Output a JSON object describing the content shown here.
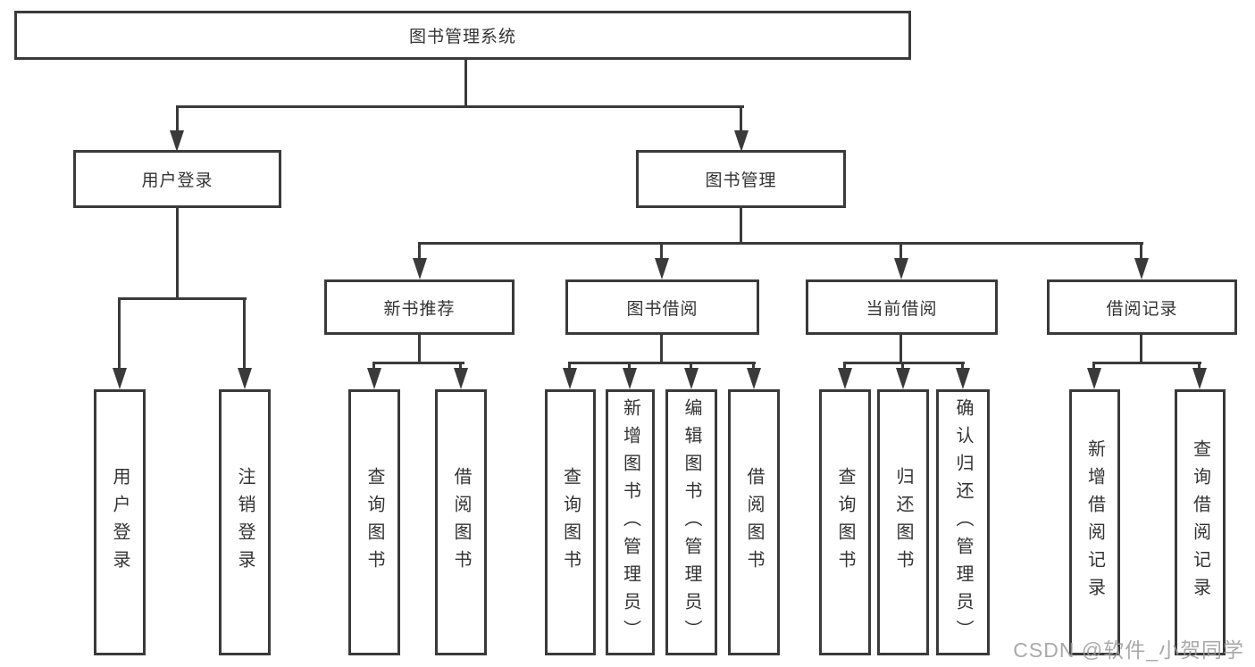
{
  "tree": {
    "root": {
      "label": "图书管理系统",
      "children": [
        {
          "label": "用户登录",
          "children": [
            {
              "label": "用户登录"
            },
            {
              "label": "注销登录"
            }
          ]
        },
        {
          "label": "图书管理",
          "children": [
            {
              "label": "新书推荐",
              "children": [
                {
                  "label": "查询图书"
                },
                {
                  "label": "借阅图书"
                }
              ]
            },
            {
              "label": "图书借阅",
              "children": [
                {
                  "label": "查询图书"
                },
                {
                  "label": "新增图书（管理员）"
                },
                {
                  "label": "编辑图书（管理员）"
                },
                {
                  "label": "借阅图书"
                }
              ]
            },
            {
              "label": "当前借阅",
              "children": [
                {
                  "label": "查询图书"
                },
                {
                  "label": "归还图书"
                },
                {
                  "label": "确认归还（管理员）"
                }
              ]
            },
            {
              "label": "借阅记录",
              "children": [
                {
                  "label": "新增借阅记录"
                },
                {
                  "label": "查询借阅记录"
                }
              ]
            }
          ]
        }
      ]
    }
  },
  "watermark": "CSDN @软件_小贺同学",
  "colors": {
    "border": "#3a3a3a",
    "text": "#333333",
    "watermark": "#9b9b9b",
    "background": "#ffffff"
  }
}
